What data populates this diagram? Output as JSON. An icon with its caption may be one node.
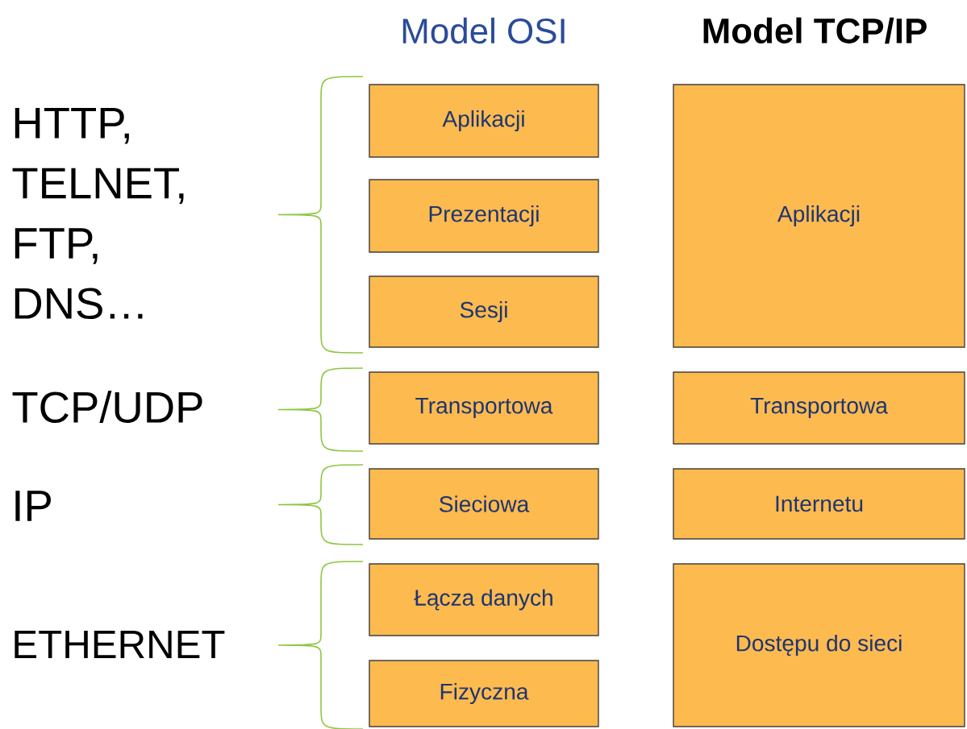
{
  "diagram": {
    "nodes": [
      {
        "text": [
          "Aplikacji"
        ]
      },
      {
        "text": [
          "Prezentacji"
        ]
      },
      {
        "text": [
          "Sesji"
        ]
      },
      {
        "text": [
          "Transportowa"
        ]
      },
      {
        "text": [
          "Sieciowa"
        ]
      },
      {
        "text": [
          "Łącza danych"
        ]
      },
      {
        "text": [
          "Fizyczna"
        ]
      },
      {
        "text": [
          "Aplikacji"
        ]
      },
      {
        "text": [
          "Transportowa"
        ]
      },
      {
        "text": [
          "Internetu"
        ]
      },
      {
        "text": [
          "Dostępu do sieci"
        ]
      }
    ],
    "labels": [
      "Model OSI",
      "Model TCP/IP",
      "HTTP, TELNET, FTP, DNS…",
      "TCP/UDP",
      "IP",
      "ETHERNET"
    ]
  }
}
